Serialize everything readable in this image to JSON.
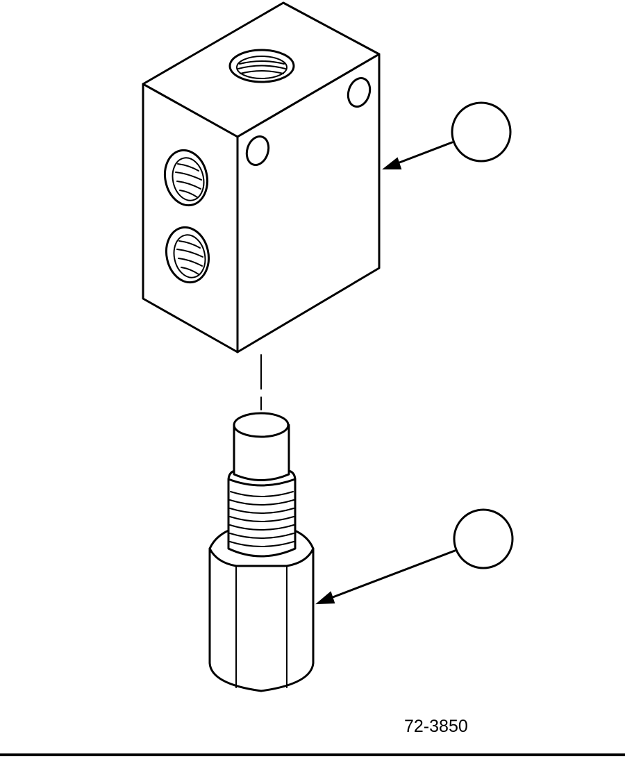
{
  "figure": {
    "number": "72-3850",
    "items": [
      {
        "name": "valve-block",
        "callout": ""
      },
      {
        "name": "fitting",
        "callout": ""
      }
    ]
  },
  "colors": {
    "ink": "#000000",
    "paper": "#ffffff"
  }
}
